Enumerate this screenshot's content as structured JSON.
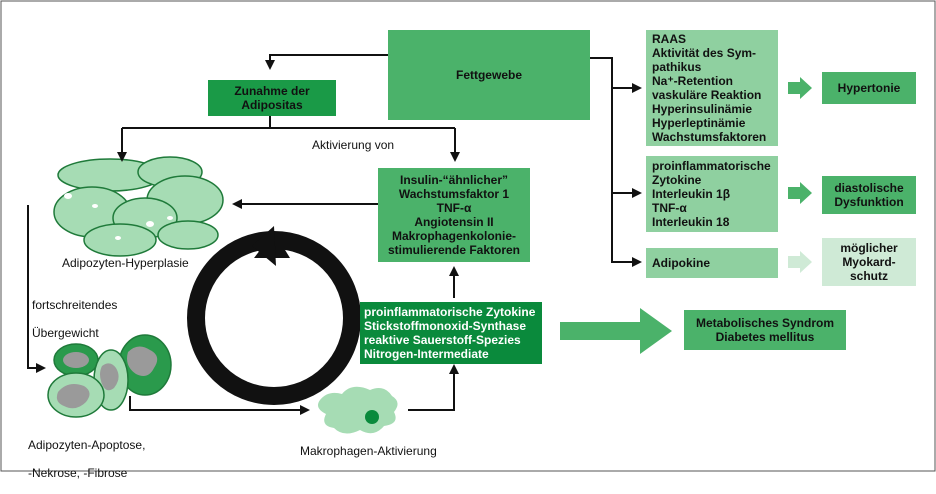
{
  "boxes": {
    "fettgewebe": "Fettgewebe",
    "zunahme": [
      "Zunahme der",
      "Adipositas"
    ],
    "insulin": [
      "Insulin-“ähnlicher”",
      "Wachstumsfaktor 1",
      "TNF-α",
      "Angiotensin II",
      "Makrophagenkolonie-",
      "stimulierende Faktoren"
    ],
    "proinflam": [
      "proinflammatorische Zytokine",
      "Stickstoffmonoxid-Synthase",
      "reaktive Sauerstoff-Spezies",
      "Nitrogen-Intermediate"
    ],
    "raas": [
      "RAAS",
      "Aktivität des Sym-",
      "pathikus",
      "Na⁺-Retention",
      "vaskuläre Reaktion",
      "Hyperinsulinämie",
      "Hyperleptinämie",
      "Wachstumsfaktoren"
    ],
    "zytokine": [
      "proinflammatorische",
      "Zytokine",
      "Interleukin 1β",
      "TNF-α",
      "Interleukin 18"
    ],
    "adipokine": "Adipokine",
    "hypertonie": "Hypertonie",
    "diastolisch": [
      "diastolische",
      "Dysfunktion"
    ],
    "myokard": [
      "möglicher",
      "Myokard-",
      "schutz"
    ],
    "metabolisch": [
      "Metabolisches Syndrom",
      "Diabetes mellitus"
    ]
  },
  "labels": {
    "aktivierung": "Aktivierung von",
    "hyperplasie": "Adipozyten-Hyperplasie",
    "fortschreitend": [
      "fortschreitendes",
      "Übergewicht"
    ],
    "apoptose": [
      "Adipozyten-Apoptose,",
      "-Nekrose, -Fibrose"
    ],
    "makrophagen": "Makrophagen-Aktivierung"
  },
  "colors": {
    "green_dark": "#1a9a47",
    "green_mid": "#4bb26a",
    "green_light": "#8fd0a0",
    "green_pale": "#cfead6",
    "cell_fill": "#a6dcb4",
    "arrow": "#111111",
    "ring": "#111111"
  }
}
